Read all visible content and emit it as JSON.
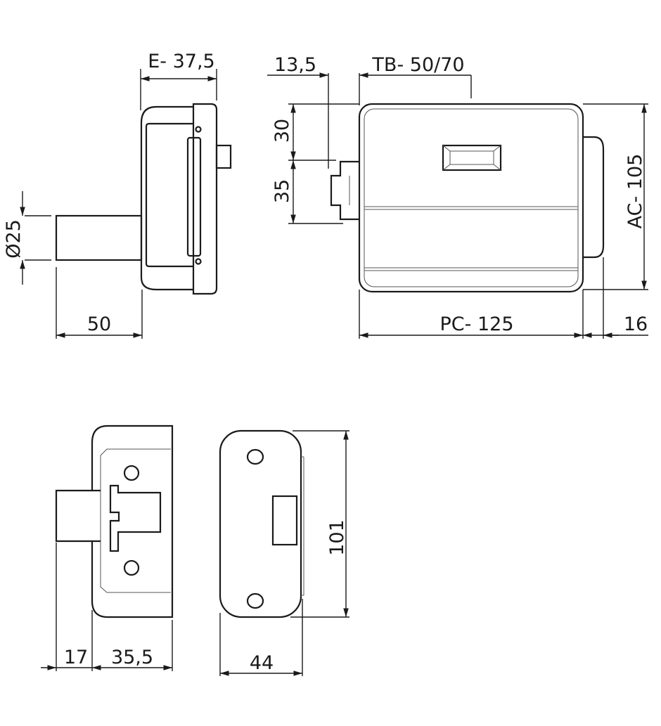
{
  "title": "Electric rim lock dimension drawing",
  "dimensions": {
    "side_width": "E- 37,5",
    "cylinder_diameter": "Ø25",
    "cylinder_length": "50",
    "bolt_offset": "13,5",
    "backset": "TB- 50/70",
    "top_offset": "30",
    "bolt_height": "35",
    "body_height": "AC- 105",
    "body_length": "PC- 125",
    "knob_depth": "16",
    "keeper_tongue": "17",
    "keeper_depth": "35,5",
    "strike_width": "44",
    "strike_height": "101"
  }
}
